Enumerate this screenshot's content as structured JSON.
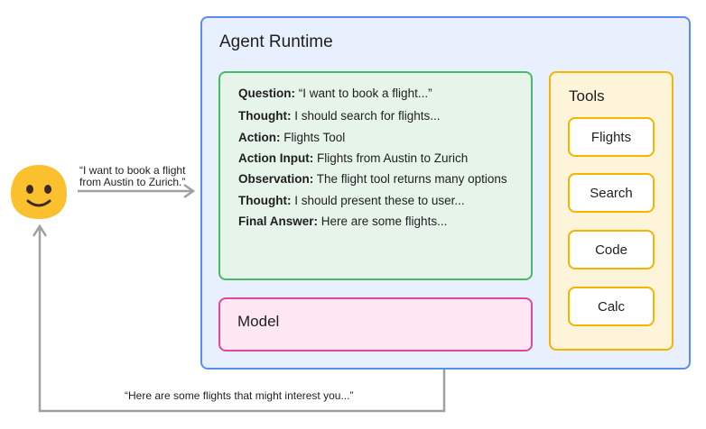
{
  "runtime": {
    "title": "Agent Runtime"
  },
  "trace": [
    {
      "label": "Question:",
      "text": " “I want to book a flight...”"
    },
    {
      "label": "Thought:",
      "text": " I should search for flights..."
    },
    {
      "label": "Action:",
      "text": " Flights Tool"
    },
    {
      "label": "Action Input:",
      "text": " Flights from Austin to Zurich"
    },
    {
      "label": "Observation:",
      "text": " The flight tool returns many options"
    },
    {
      "label": "Thought:",
      "text": " I should present these to user..."
    },
    {
      "label": "Final Answer:",
      "text": " Here are some flights..."
    }
  ],
  "model": {
    "label": "Model"
  },
  "tools": {
    "title": "Tools",
    "items": [
      "Flights",
      "Search",
      "Code",
      "Calc"
    ]
  },
  "user": {
    "icon": "smiley-face-icon",
    "quote_line1": "“I want to book a flight",
    "quote_line2": "from Austin to Zurich.”"
  },
  "reply": {
    "text": "“Here are some flights that might interest you...”"
  },
  "colors": {
    "runtime": "#5b8def",
    "trace": "#48b86a",
    "model": "#e0479e",
    "tools": "#f4b400",
    "arrow": "#9e9e9e",
    "face": "#fbc02d"
  }
}
